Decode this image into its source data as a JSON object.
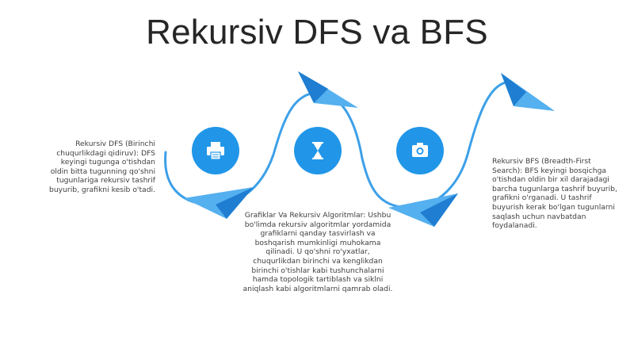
{
  "slide": {
    "title": "Rekursiv DFS va BFS",
    "colors": {
      "accent": "#2196e8",
      "curve": "#3da0e8",
      "plane_light": "#8dcbf3",
      "plane_dark": "#1f7ed1"
    },
    "blocks": [
      {
        "icon": "printer-icon",
        "text": "Rekursiv DFS (Birinchi chuqurlikdagi qidiruv): DFS keyingi tugunga o'tishdan oldin bitta tugunning qo'shni tugunlariga rekursiv tashrif buyurib, grafikni kesib o'tadi."
      },
      {
        "icon": "hourglass-icon",
        "text": "Grafiklar Va Rekursiv Algoritmlar: Ushbu bo'limda rekursiv algoritmlar yordamida grafiklarni qanday tasvirlash va boshqarish mumkinligi muhokama qilinadi. U qo'shni ro'yxatlar, chuqurlikdan birinchi va kenglikdan birinchi o'tishlar kabi tushunchalarni hamda topologik tartiblash va siklni aniqlash kabi algoritmlarni qamrab oladi."
      },
      {
        "icon": "camera-icon",
        "text": "Rekursiv BFS (Breadth-First Search): BFS keyingi bosqichga o'tishdan oldin bir xil darajadagi barcha tugunlarga tashrif buyurib, grafikni o'rganadi. U tashrif buyurish kerak bo'lgan tugunlarni saqlash uchun navbatdan foydalanadi."
      }
    ]
  }
}
